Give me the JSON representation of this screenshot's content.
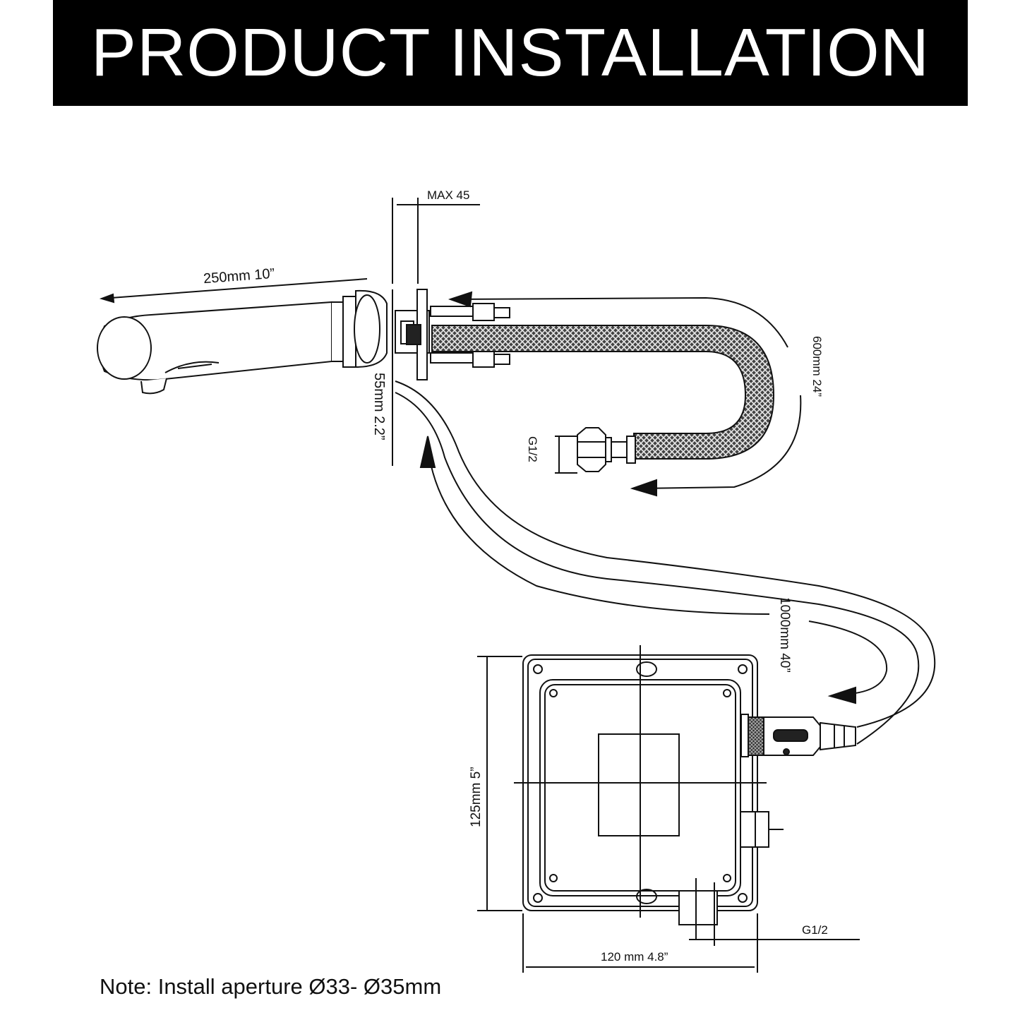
{
  "header": {
    "title": "PRODUCT INSTALLATION"
  },
  "dimensions": {
    "max_wall": "MAX 45",
    "spout_length": "250mm 10”",
    "spout_height": "55mm 2.2”",
    "hose_length": "600mm 24”",
    "inlet_thread_top": "G1/2",
    "cable_length": "1000mm 40”",
    "box_height": "125mm 5”",
    "box_width": "120 mm 4.8”",
    "inlet_thread_bottom": "G1/2"
  },
  "note": "Note: Install aperture Ø33- Ø35mm",
  "colors": {
    "banner": "#000000",
    "banner_text": "#ffffff",
    "line": "#111111"
  }
}
